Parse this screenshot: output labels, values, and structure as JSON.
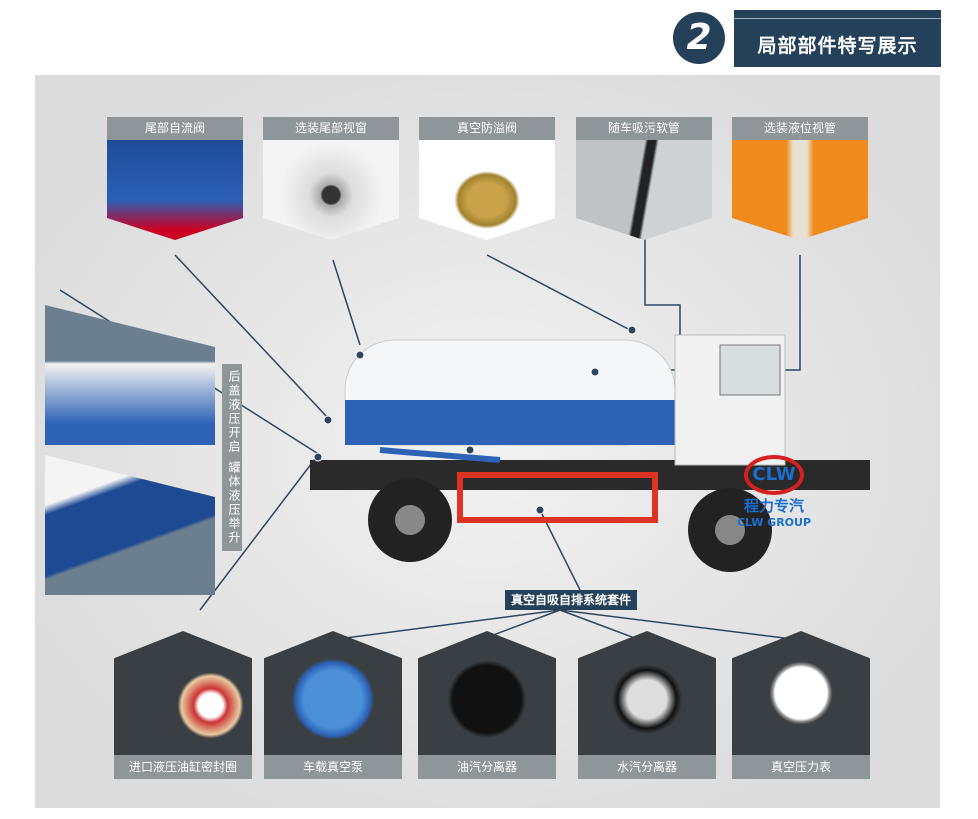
{
  "header": {
    "badge": "2",
    "title": "局部部件特写展示"
  },
  "top_parts": [
    "尾部自流阀",
    "选装尾部视窗",
    "真空防溢阀",
    "随车吸污软管",
    "选装液位视管"
  ],
  "side_parts": [
    "后盖液压开启",
    "罐体液压举升"
  ],
  "kit_label": "真空自吸自排系统套件",
  "bottom_parts": [
    "进口液压油缸密封圈",
    "车载真空泵",
    "油汽分离器",
    "水汽分离器",
    "真空压力表"
  ],
  "logo": {
    "name": "程力专汽",
    "sub": "CLW GROUP"
  },
  "colors": {
    "navy": "#25415a",
    "label_gray": "#8f9699",
    "tank_blue": "#2d62b5"
  }
}
